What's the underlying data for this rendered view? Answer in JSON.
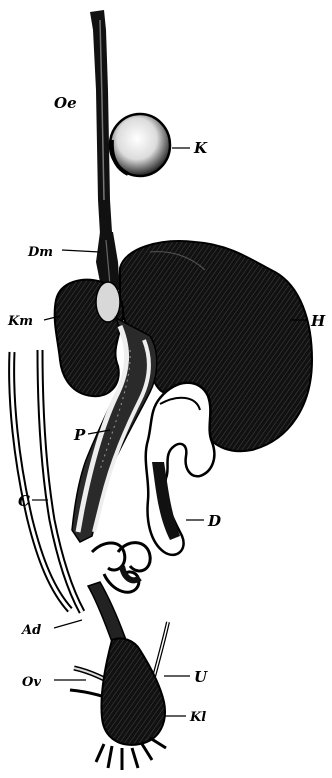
{
  "figure": {
    "labels": {
      "oesophagus": "Oe",
      "crop": "K",
      "stomach": "Dm",
      "liver": "H",
      "gizzard": "Km",
      "pancreas": "P",
      "caeca": "C",
      "duodenum": "D",
      "rectum": "Ad",
      "oviduct": "Ov",
      "ureter": "U",
      "cloaca": "Kl"
    }
  }
}
